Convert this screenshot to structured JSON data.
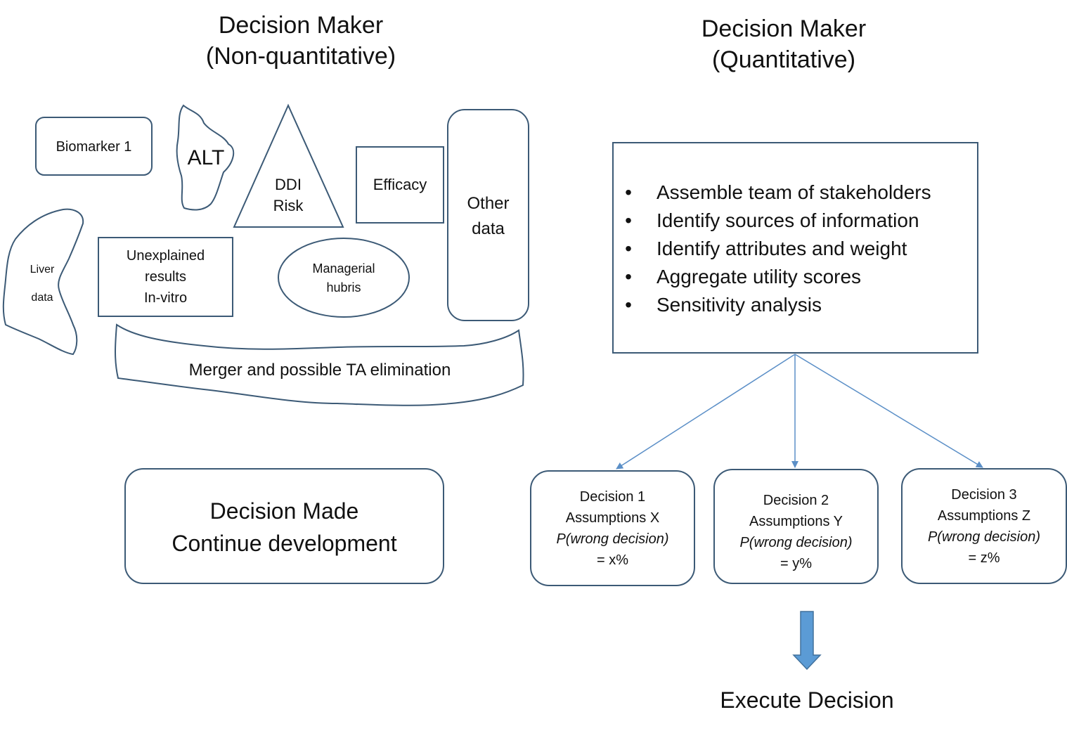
{
  "left": {
    "heading_line1": "Decision Maker",
    "heading_line2": "(Non-quantitative)",
    "items": {
      "biomarker": "Biomarker 1",
      "alt": "ALT",
      "ddi_line1": "DDI",
      "ddi_line2": "Risk",
      "efficacy": "Efficacy",
      "other_line1": "Other",
      "other_line2": "data",
      "liver_line1": "Liver",
      "liver_line2": "data",
      "unexplained_line1": "Unexplained",
      "unexplained_line2": "results",
      "unexplained_line3": "In-vitro",
      "hubris_line1": "Managerial",
      "hubris_line2": "hubris",
      "merger": "Merger and possible TA elimination"
    },
    "decision_made_line1": "Decision Made",
    "decision_made_line2": "Continue development"
  },
  "right": {
    "heading_line1": "Decision Maker",
    "heading_line2": "(Quantitative)",
    "bullets": [
      "Assemble team of stakeholders",
      "Identify sources of information",
      "Identify attributes and weight",
      "Aggregate utility scores",
      "Sensitivity analysis"
    ],
    "bullet_glyph": "•",
    "decisions": [
      {
        "line1": "Decision 1",
        "line2": "Assumptions X",
        "line3": "P(wrong decision)",
        "line4": "= x%"
      },
      {
        "line1": "Decision 2",
        "line2": "Assumptions Y",
        "line3": "P(wrong decision)",
        "line4": "= y%"
      },
      {
        "line1": "Decision 3",
        "line2": "Assumptions Z",
        "line3": "P(wrong decision)",
        "line4": "= z%"
      }
    ],
    "execute": "Execute Decision"
  },
  "colors": {
    "stroke": "#3c5a76",
    "arrow": "#5b8fc7",
    "arrow_fill": "#5b9bd5",
    "arrow_edge": "#41719c"
  }
}
